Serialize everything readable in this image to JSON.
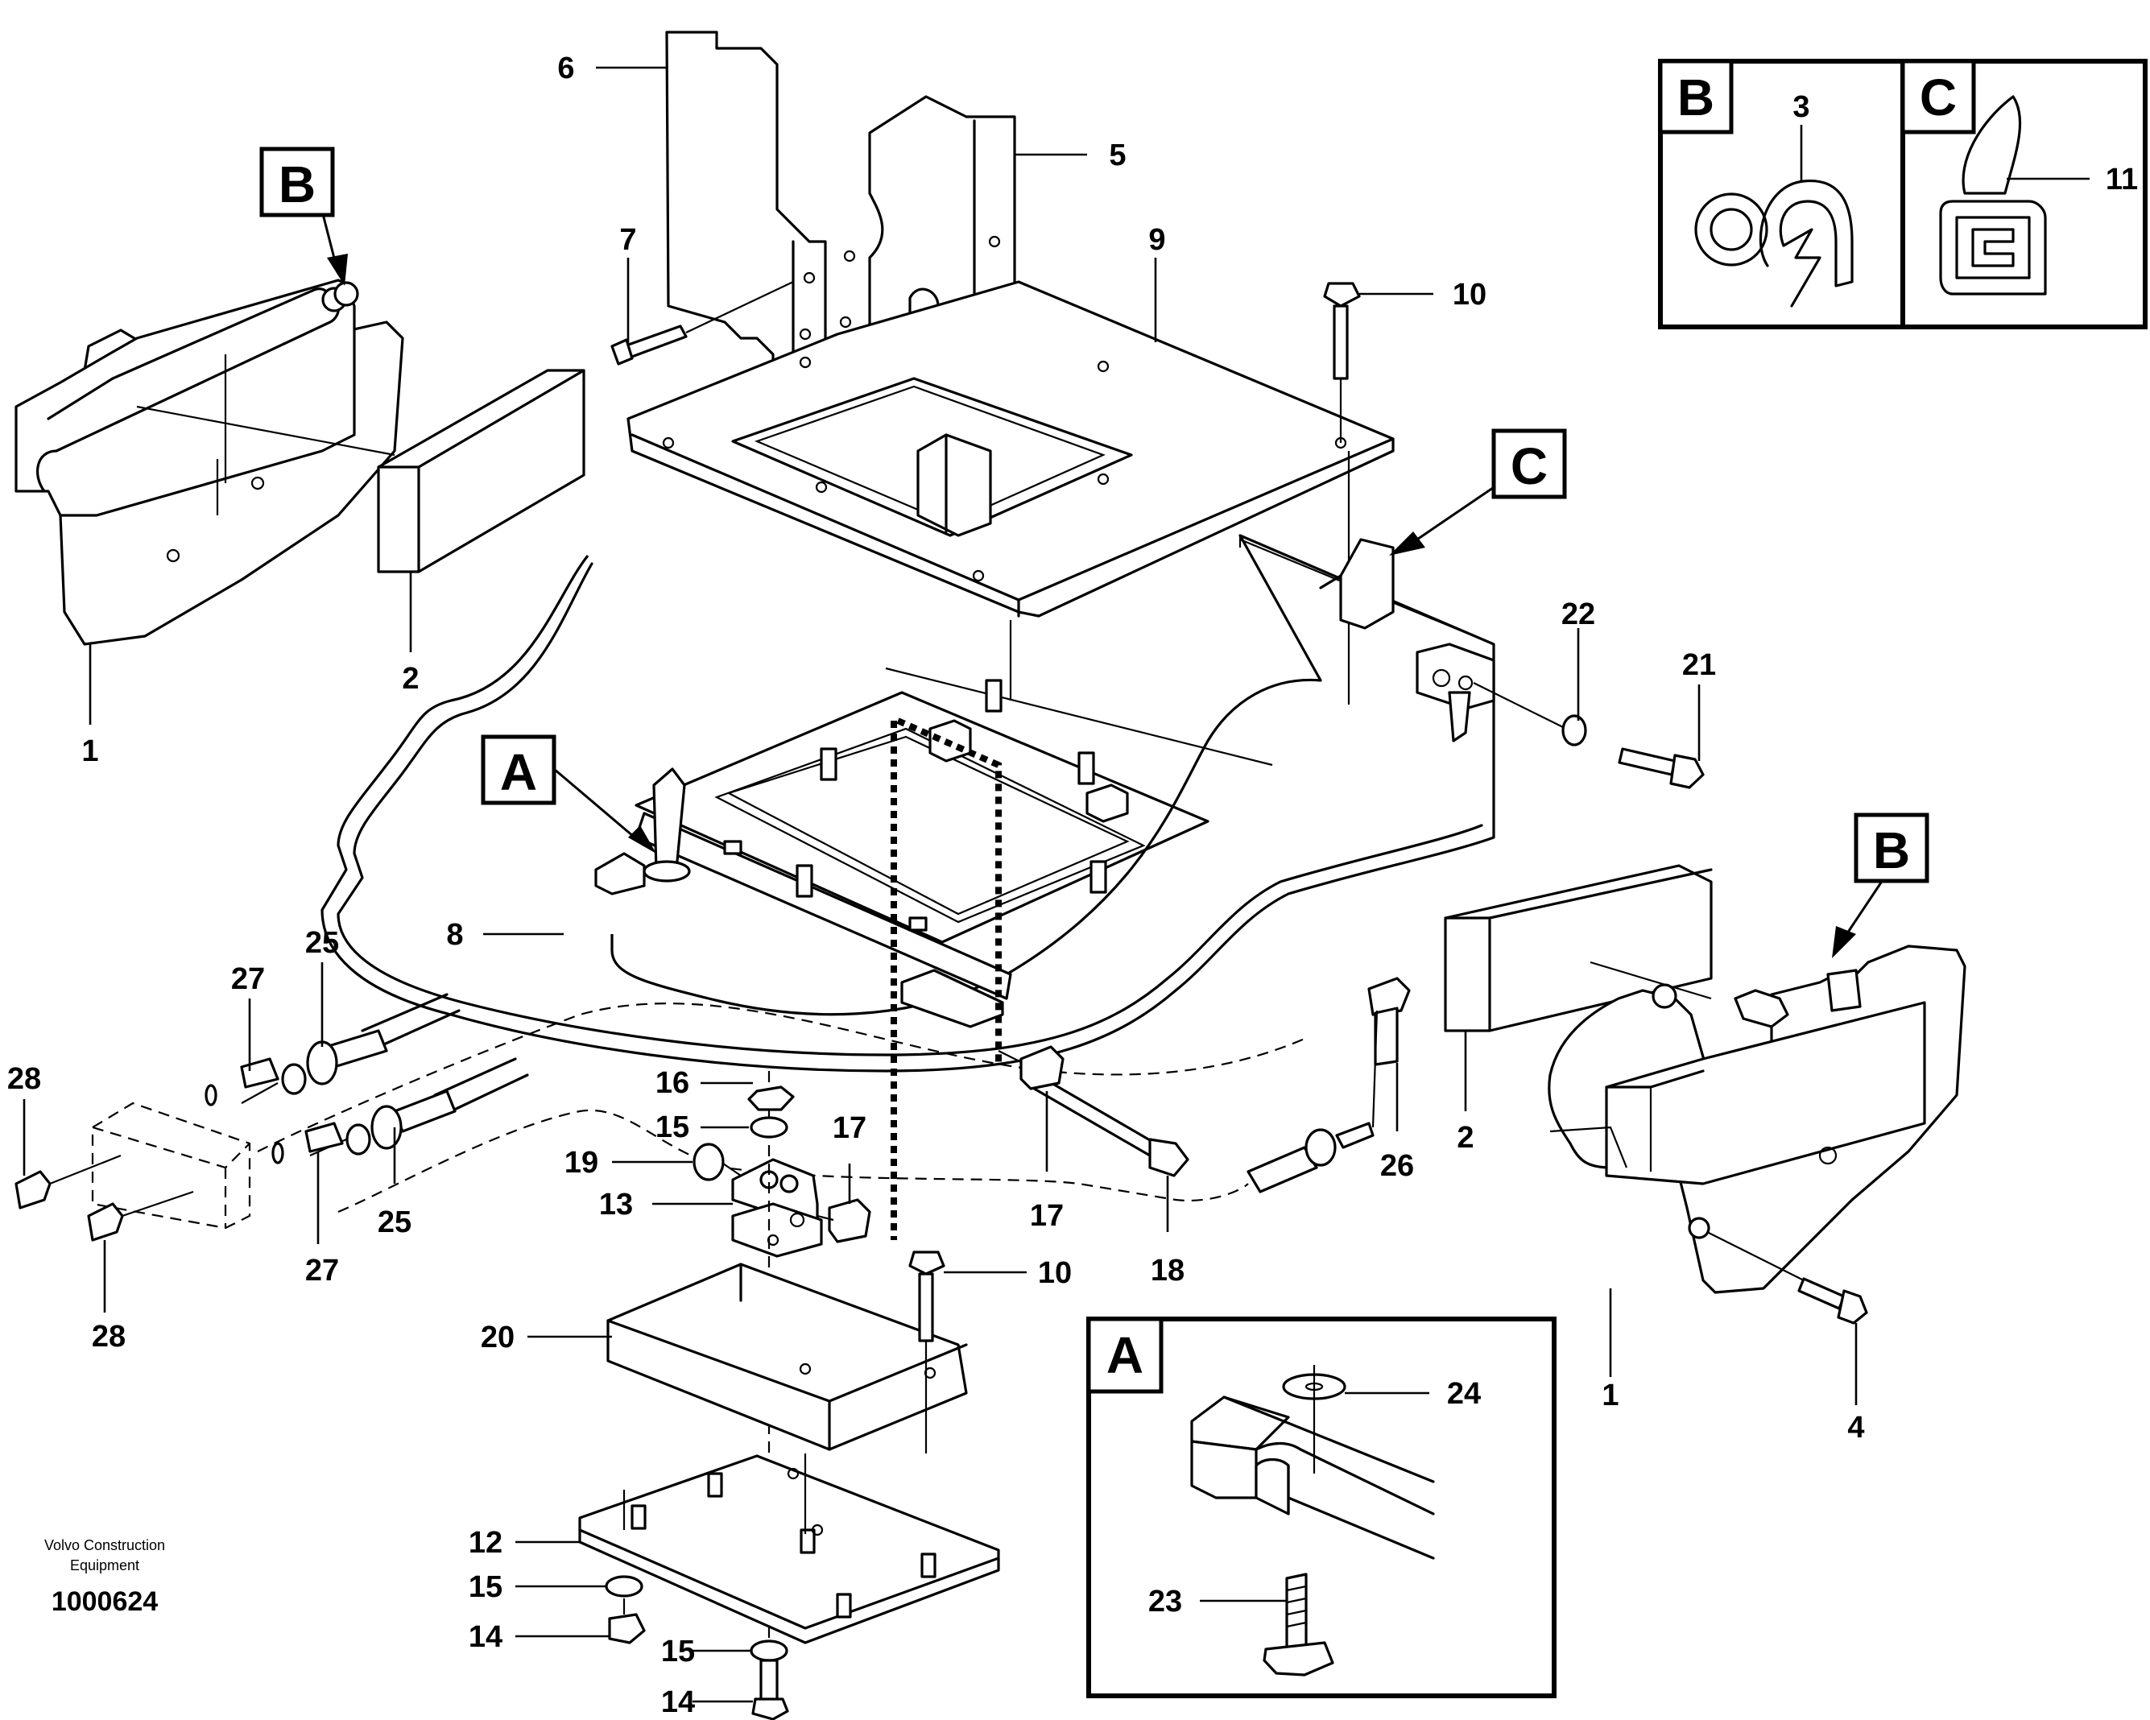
{
  "brand": {
    "line1": "Volvo Construction",
    "line2": "Equipment"
  },
  "document_number": "1000624",
  "detail_markers": {
    "a": "A",
    "b": "B",
    "c": "C"
  },
  "part_numbers": {
    "p1": "1",
    "p2": "2",
    "p3": "3",
    "p4": "4",
    "p5": "5",
    "p6": "6",
    "p7": "7",
    "p8": "8",
    "p9": "9",
    "p10": "10",
    "p11": "11",
    "p12": "12",
    "p13": "13",
    "p14": "14",
    "p15": "15",
    "p16": "16",
    "p17": "17",
    "p18": "18",
    "p19": "19",
    "p20": "20",
    "p21": "21",
    "p22": "22",
    "p23": "23",
    "p24": "24",
    "p25": "25",
    "p26": "26",
    "p27": "27",
    "p28": "28"
  }
}
